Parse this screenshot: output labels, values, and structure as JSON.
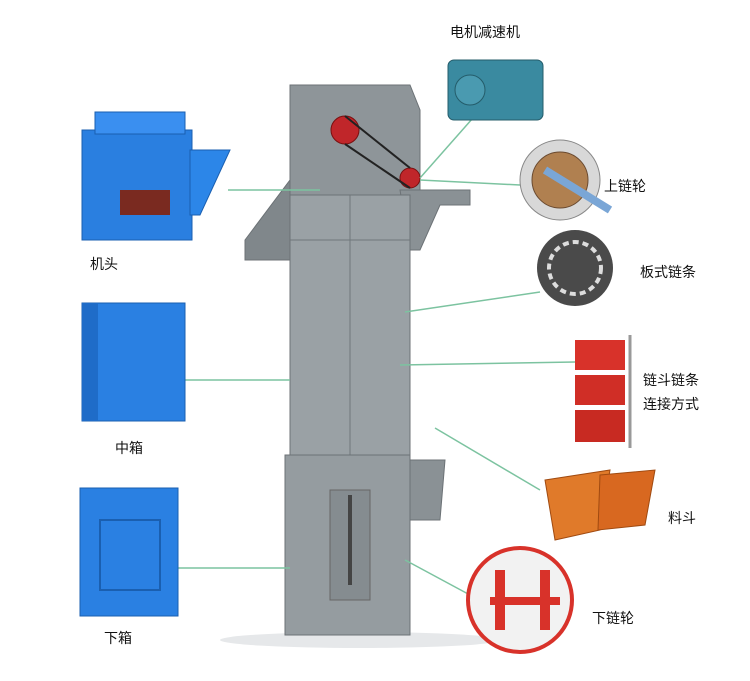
{
  "labels": {
    "motor_reducer": "电机减速机",
    "upper_sprocket": "上链轮",
    "plate_chain": "板式链条",
    "bucket_chain_line1": "链斗链条",
    "bucket_chain_line2": "连接方式",
    "hopper": "料斗",
    "lower_sprocket": "下链轮",
    "head": "机头",
    "middle_box": "中箱",
    "lower_box": "下箱"
  },
  "colors": {
    "elevator_body": "#8c9397",
    "blue_parts": "#2a7fe0",
    "red_parts": "#d8322a",
    "leader_line": "#7cc3a0"
  }
}
